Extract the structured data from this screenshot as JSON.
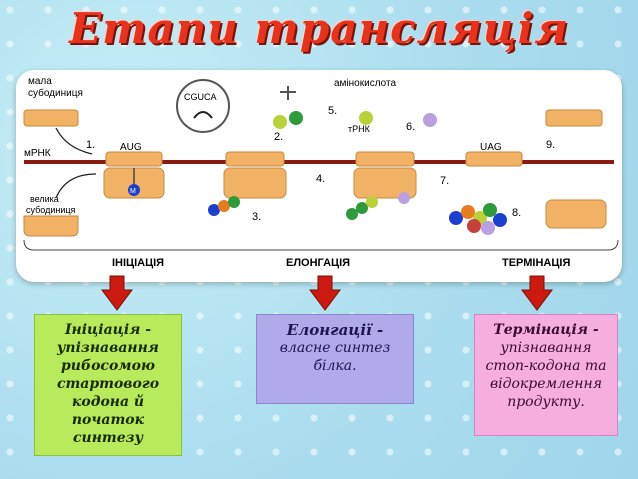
{
  "title": "Етапи трансляція",
  "diagram": {
    "labels": {
      "small_subunit": [
        "мала",
        "субодиниця"
      ],
      "mrna": "мРНК",
      "large_subunit": [
        "велика",
        "субодиниця"
      ],
      "start_codon": "AUG",
      "stop_codon": "UAG",
      "anticodon": "CGUCA",
      "amino_acid": "амінокислота",
      "trna": "тРНК",
      "m_label": "M",
      "steps": [
        "1.",
        "2.",
        "3.",
        "4.",
        "5.",
        "6.",
        "7.",
        "8.",
        "9."
      ]
    },
    "phases": [
      "ІНІЦІАЦІЯ",
      "ЕЛОНГАЦІЯ",
      "ТЕРМІНАЦІЯ"
    ]
  },
  "boxes": {
    "initiation": {
      "lead": "Ініціація -",
      "lines": [
        "упізнавання",
        "рибосомою",
        "стартового",
        "кодона й початок",
        "синтезу"
      ]
    },
    "elongation": {
      "lead": "Елонгації  -",
      "lines": [
        "власне синтез",
        "білка."
      ]
    },
    "termination": {
      "lead": "Термінація -",
      "lines": [
        "упізнавання",
        "стоп-кодона та",
        "відокремлення",
        "продукту."
      ]
    }
  },
  "colors": {
    "title": "#e8321c",
    "arrow": "#cc1a10",
    "mrna": "#8a1a12",
    "ribosome": "#f2b266"
  }
}
